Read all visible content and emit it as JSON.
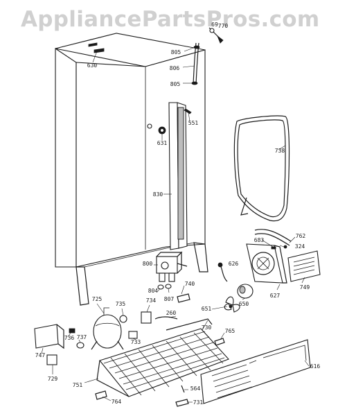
{
  "watermark": "AppliancePartsPros.com",
  "callouts": [
    {
      "id": "c-69",
      "text": "69"
    },
    {
      "id": "c-770",
      "text": "770"
    },
    {
      "id": "c-630",
      "text": "630"
    },
    {
      "id": "c-805a",
      "text": "805"
    },
    {
      "id": "c-806",
      "text": "806"
    },
    {
      "id": "c-805b",
      "text": "805"
    },
    {
      "id": "c-551",
      "text": "551"
    },
    {
      "id": "c-631",
      "text": "631"
    },
    {
      "id": "c-738",
      "text": "738"
    },
    {
      "id": "c-830",
      "text": "830"
    },
    {
      "id": "c-762",
      "text": "762"
    },
    {
      "id": "c-683",
      "text": "683"
    },
    {
      "id": "c-324",
      "text": "324"
    },
    {
      "id": "c-800",
      "text": "800"
    },
    {
      "id": "c-626",
      "text": "626"
    },
    {
      "id": "c-749",
      "text": "749"
    },
    {
      "id": "c-804",
      "text": "804"
    },
    {
      "id": "c-740",
      "text": "740"
    },
    {
      "id": "c-807",
      "text": "807"
    },
    {
      "id": "c-627",
      "text": "627"
    },
    {
      "id": "c-725",
      "text": "725"
    },
    {
      "id": "c-735",
      "text": "735"
    },
    {
      "id": "c-734",
      "text": "734"
    },
    {
      "id": "c-651",
      "text": "651"
    },
    {
      "id": "c-650",
      "text": "650"
    },
    {
      "id": "c-260",
      "text": "260"
    },
    {
      "id": "c-730",
      "text": "730"
    },
    {
      "id": "c-765",
      "text": "765"
    },
    {
      "id": "c-736",
      "text": "736"
    },
    {
      "id": "c-737",
      "text": "737"
    },
    {
      "id": "c-733",
      "text": "733"
    },
    {
      "id": "c-747",
      "text": "747"
    },
    {
      "id": "c-616",
      "text": "616"
    },
    {
      "id": "c-729",
      "text": "729"
    },
    {
      "id": "c-751",
      "text": "751"
    },
    {
      "id": "c-564",
      "text": "564"
    },
    {
      "id": "c-764",
      "text": "764"
    },
    {
      "id": "c-731",
      "text": "731"
    }
  ]
}
